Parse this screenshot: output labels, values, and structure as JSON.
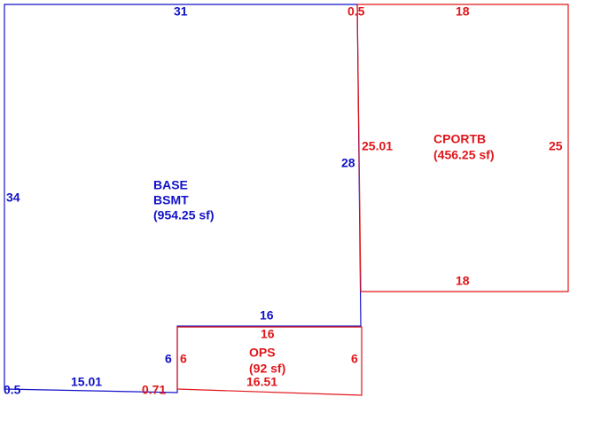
{
  "colors": {
    "base": "#1212c8",
    "addition": "#e0161b",
    "background": "#ffffff"
  },
  "base_area": {
    "name_line1": "BASE",
    "name_line2": "BSMT",
    "area": "(954.25 sf)",
    "dims": {
      "top": "31",
      "left": "34",
      "right": "28",
      "notch_top": "16",
      "notch_side": "6",
      "bottom": "15.01",
      "bottom_left": "0.5"
    }
  },
  "carport_area": {
    "name": "CPORTB",
    "area": "(456.25 sf)",
    "dims": {
      "top": "18",
      "right": "25",
      "bottom": "18",
      "left": "25.01",
      "top_left": "0.5"
    }
  },
  "porch_area": {
    "name": "OPS",
    "area": "(92 sf)",
    "dims": {
      "top": "16",
      "left": "6",
      "right": "6",
      "bottom": "16.51",
      "bottom_left": "0.71"
    }
  }
}
